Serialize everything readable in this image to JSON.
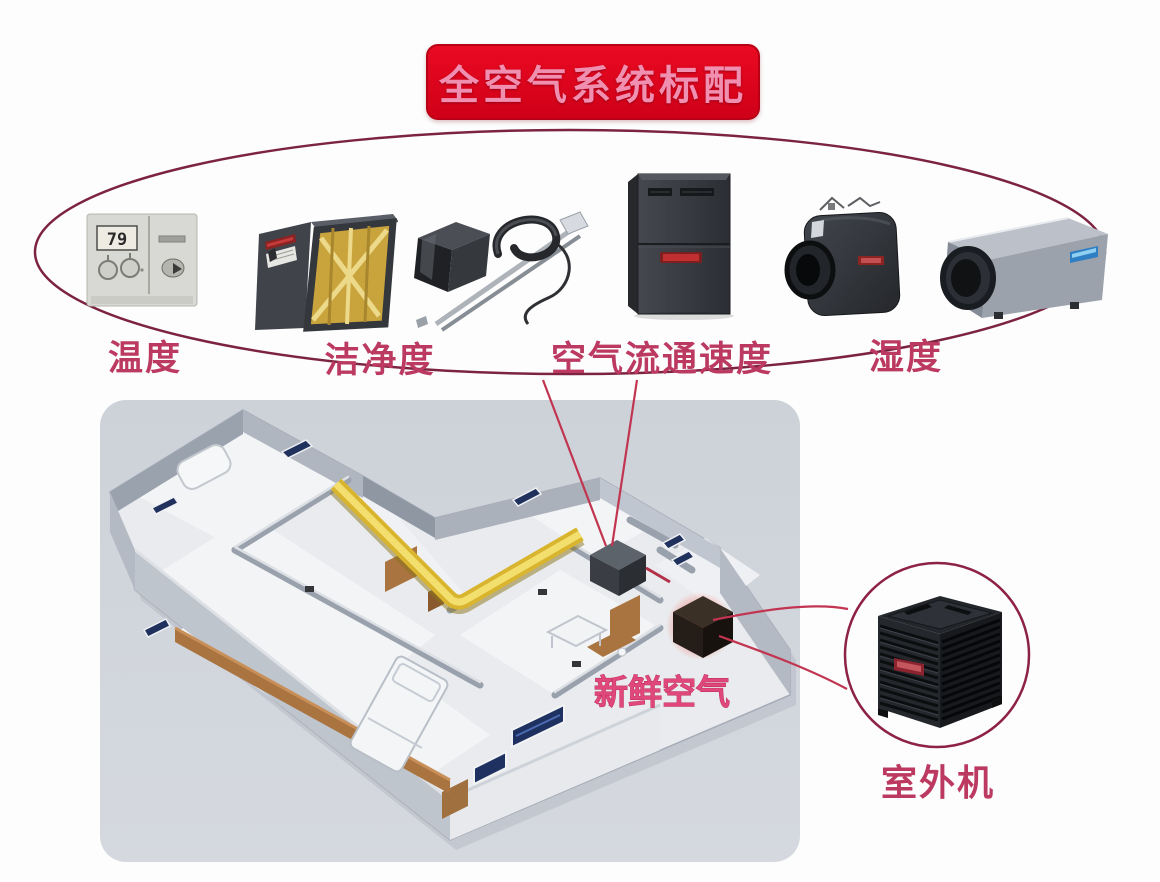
{
  "banner": {
    "label": "全空气系统标配"
  },
  "system_components": [
    {
      "name": "thermostat",
      "caption": "温度",
      "display_value": "79"
    },
    {
      "name": "media-air-cleaner",
      "caption": "洁净度"
    },
    {
      "name": "humidifier-solenoid-sensor-kit",
      "caption": ""
    },
    {
      "name": "furnace-air-handler",
      "caption": "空气流通速度"
    },
    {
      "name": "power-humidifier",
      "caption": "湿度"
    },
    {
      "name": "whole-home-dehumidifier",
      "caption": ""
    }
  ],
  "floorplan": {
    "fresh_air_label": "新鲜空气"
  },
  "outdoor_unit": {
    "caption": "室外机"
  },
  "colors": {
    "banner_red": "#e30021",
    "banner_text_pink": "#f18fb1",
    "caption_red": "#bc3a61",
    "ellipse_stroke": "#7c2342",
    "leader_line_red": "#c23550",
    "floorplan_background": "#ced3da",
    "duct_yellow": "#d9b52f",
    "window_navy": "#20315d",
    "fresh_air_glow": "#ff3b30"
  }
}
